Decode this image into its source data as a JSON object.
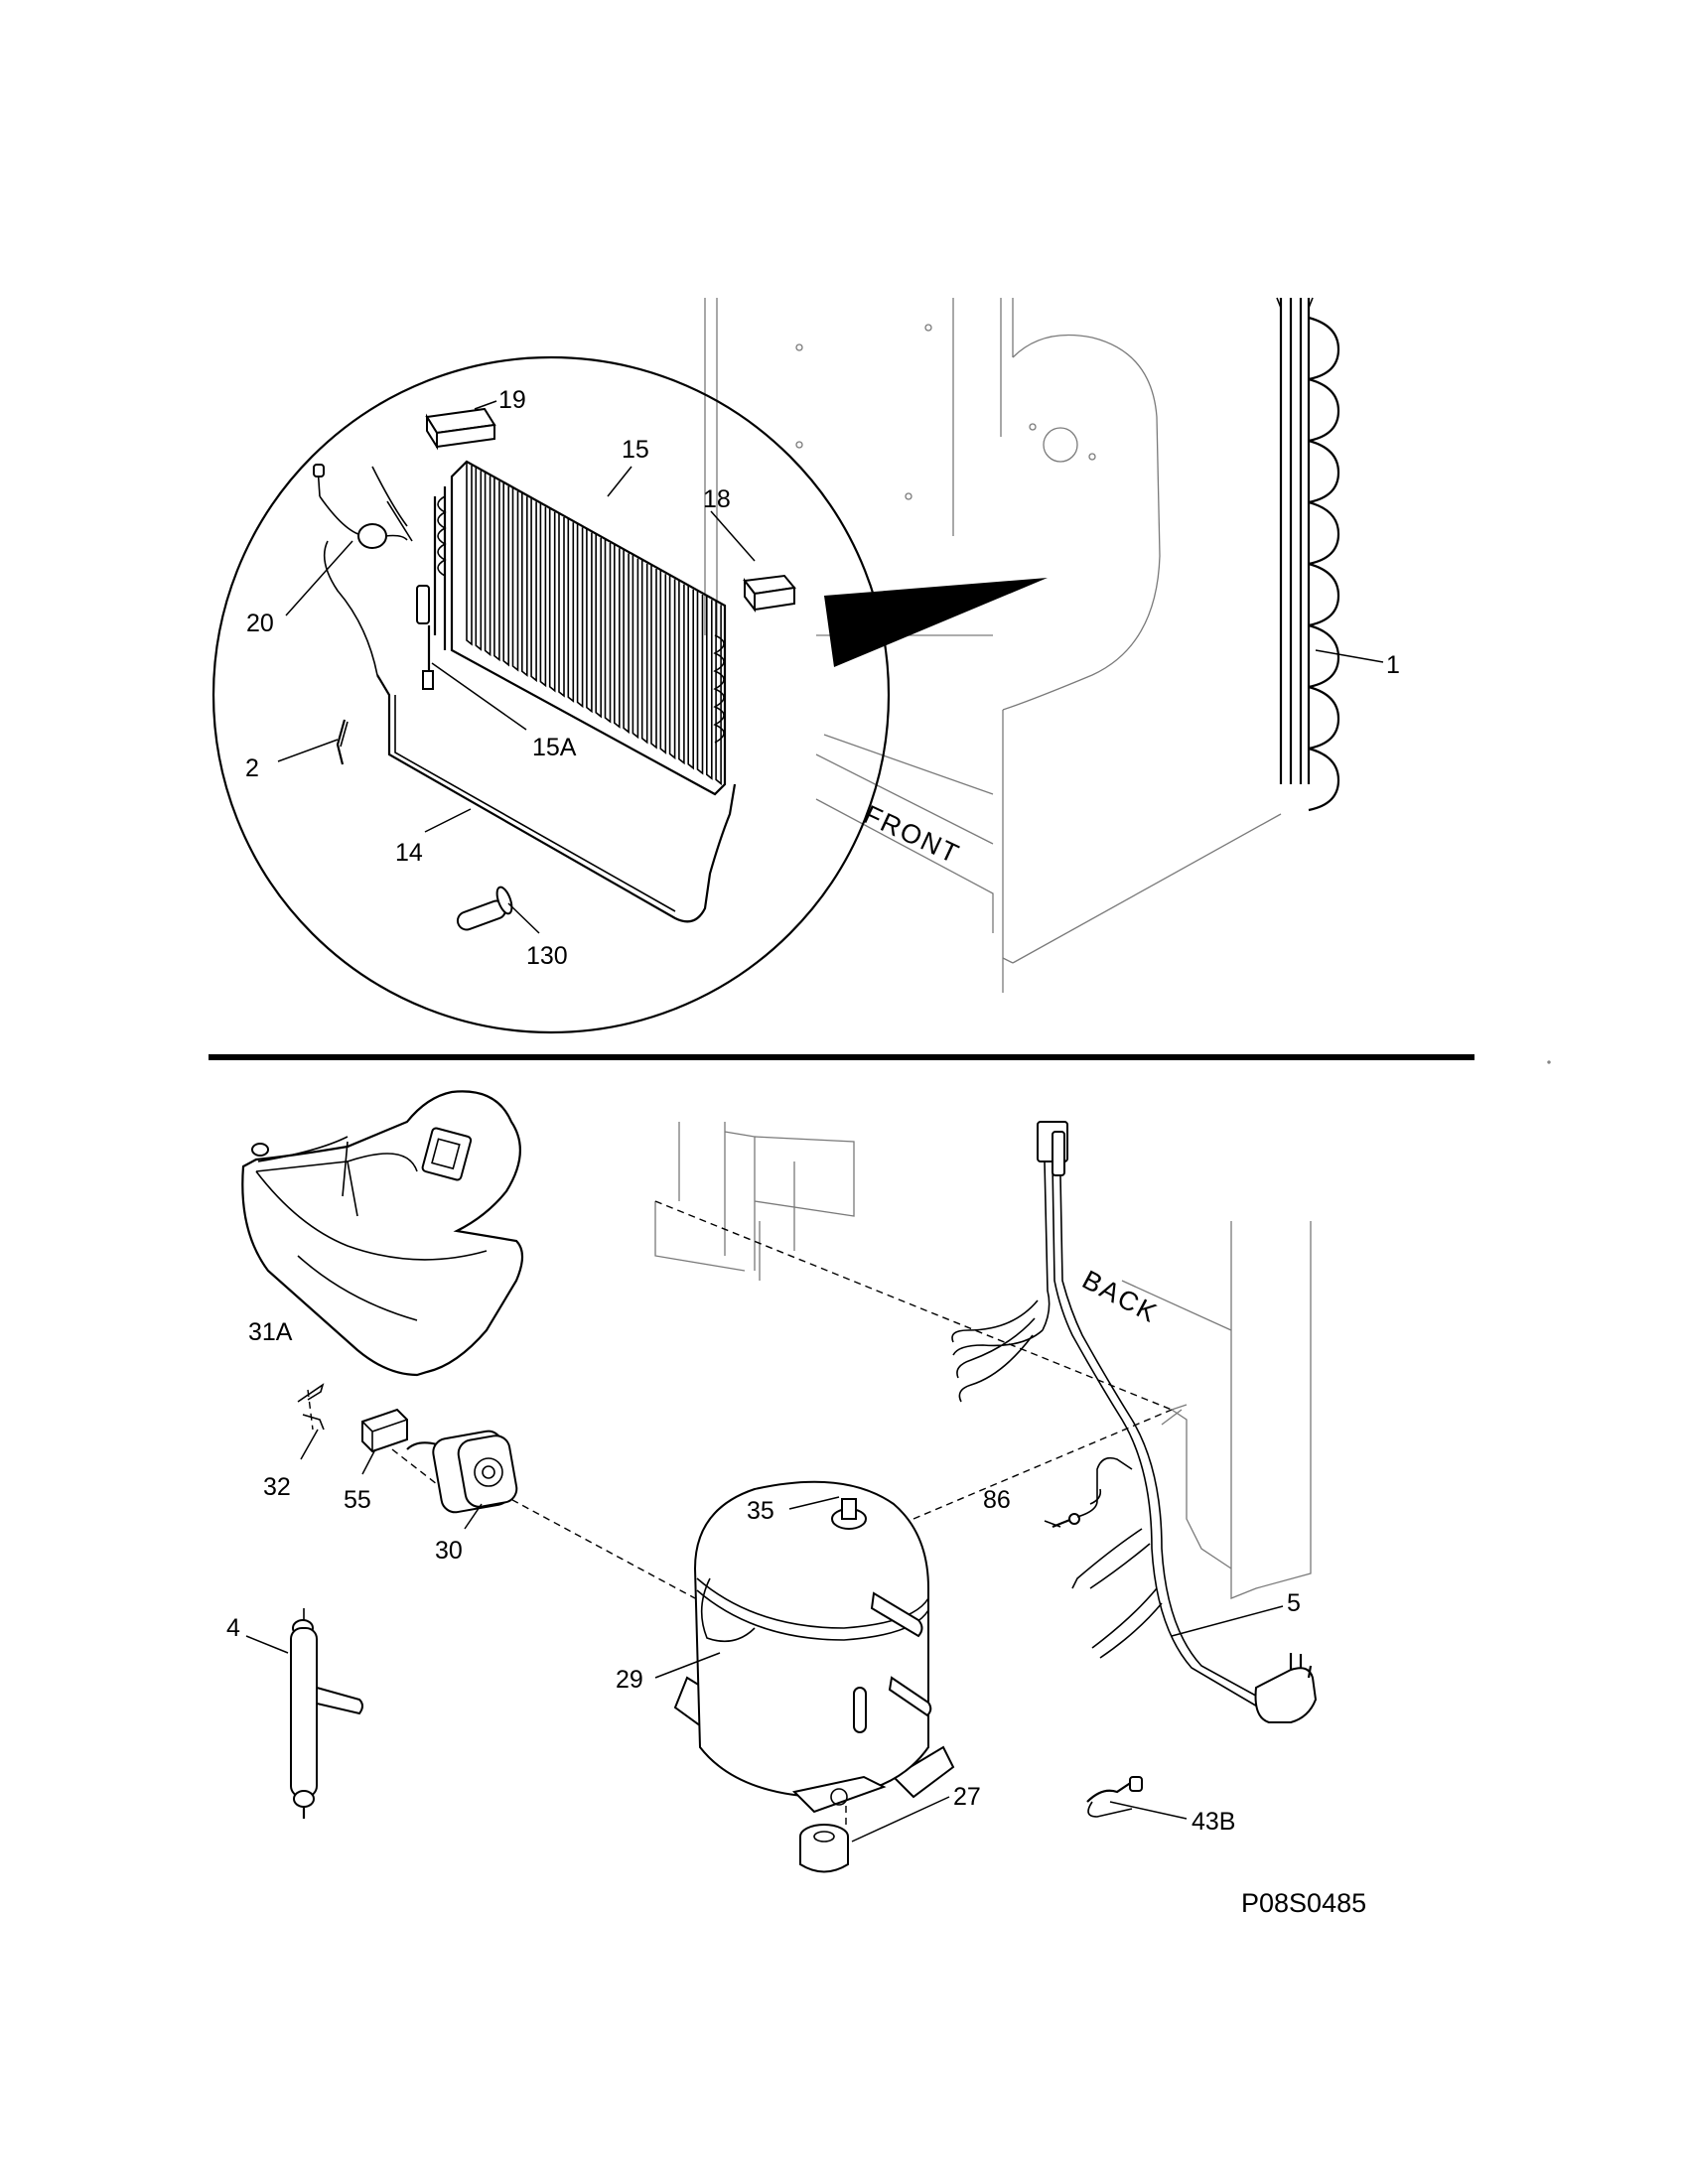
{
  "callouts": {
    "c1": "1",
    "c2": "2",
    "c14": "14",
    "c15": "15",
    "c15a": "15A",
    "c18": "18",
    "c19": "19",
    "c20": "20",
    "c130": "130",
    "c31a": "31A",
    "c32": "32",
    "c55": "55",
    "c30": "30",
    "c4": "4",
    "c35": "35",
    "c29": "29",
    "c27": "27",
    "c86": "86",
    "c5": "5",
    "c43b": "43B"
  },
  "orientation": {
    "front": "FRONT",
    "back": "BACK"
  },
  "drawing_id": "P08S0485",
  "colors": {
    "line": "#000000",
    "background": "#ffffff",
    "cabinet_line": "#7a7a7a"
  }
}
